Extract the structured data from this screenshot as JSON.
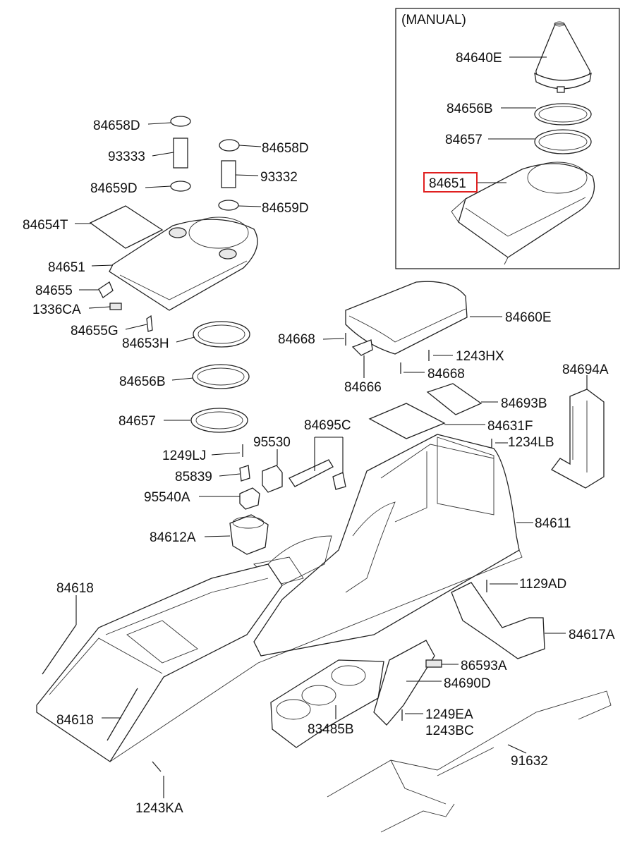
{
  "inset": {
    "title": "(MANUAL)",
    "highlight_color": "#e02020",
    "labels": [
      {
        "name": "part-label-84640e-manual",
        "text": "84640E"
      },
      {
        "name": "part-label-84656b-manual",
        "text": "84656B"
      },
      {
        "name": "part-label-84657-manual",
        "text": "84657"
      },
      {
        "name": "part-label-84651-manual",
        "text": "84651",
        "highlighted": true
      }
    ]
  },
  "labels": [
    {
      "name": "part-label-84658d-left",
      "text": "84658D"
    },
    {
      "name": "part-label-93333",
      "text": "93333"
    },
    {
      "name": "part-label-84659d-left",
      "text": "84659D"
    },
    {
      "name": "part-label-84658d-right",
      "text": "84658D"
    },
    {
      "name": "part-label-93332",
      "text": "93332"
    },
    {
      "name": "part-label-84659d-right",
      "text": "84659D"
    },
    {
      "name": "part-label-84654t",
      "text": "84654T"
    },
    {
      "name": "part-label-84651",
      "text": "84651"
    },
    {
      "name": "part-label-84655",
      "text": "84655"
    },
    {
      "name": "part-label-1336ca",
      "text": "1336CA"
    },
    {
      "name": "part-label-84655g",
      "text": "84655G"
    },
    {
      "name": "part-label-84653h",
      "text": "84653H"
    },
    {
      "name": "part-label-84656b",
      "text": "84656B"
    },
    {
      "name": "part-label-84657",
      "text": "84657"
    },
    {
      "name": "part-label-1249lj",
      "text": "1249LJ"
    },
    {
      "name": "part-label-95530",
      "text": "95530"
    },
    {
      "name": "part-label-85839",
      "text": "85839"
    },
    {
      "name": "part-label-95540a",
      "text": "95540A"
    },
    {
      "name": "part-label-84612a",
      "text": "84612A"
    },
    {
      "name": "part-label-84695c",
      "text": "84695C"
    },
    {
      "name": "part-label-84668-top",
      "text": "84668"
    },
    {
      "name": "part-label-84660e",
      "text": "84660E"
    },
    {
      "name": "part-label-1243hx",
      "text": "1243HX"
    },
    {
      "name": "part-label-84666",
      "text": "84666"
    },
    {
      "name": "part-label-84668-bottom",
      "text": "84668"
    },
    {
      "name": "part-label-84694a",
      "text": "84694A"
    },
    {
      "name": "part-label-84693b",
      "text": "84693B"
    },
    {
      "name": "part-label-84631f",
      "text": "84631F"
    },
    {
      "name": "part-label-1234lb",
      "text": "1234LB"
    },
    {
      "name": "part-label-84611",
      "text": "84611"
    },
    {
      "name": "part-label-84618-top",
      "text": "84618"
    },
    {
      "name": "part-label-84618-bottom",
      "text": "84618"
    },
    {
      "name": "part-label-1129ad",
      "text": "1129AD"
    },
    {
      "name": "part-label-84617a",
      "text": "84617A"
    },
    {
      "name": "part-label-86593a",
      "text": "86593A"
    },
    {
      "name": "part-label-84690d",
      "text": "84690D"
    },
    {
      "name": "part-label-1249ea",
      "text": "1249EA"
    },
    {
      "name": "part-label-1243bc",
      "text": "1243BC"
    },
    {
      "name": "part-label-83485b",
      "text": "83485B"
    },
    {
      "name": "part-label-91632",
      "text": "91632"
    },
    {
      "name": "part-label-1243ka",
      "text": "1243KA"
    }
  ]
}
